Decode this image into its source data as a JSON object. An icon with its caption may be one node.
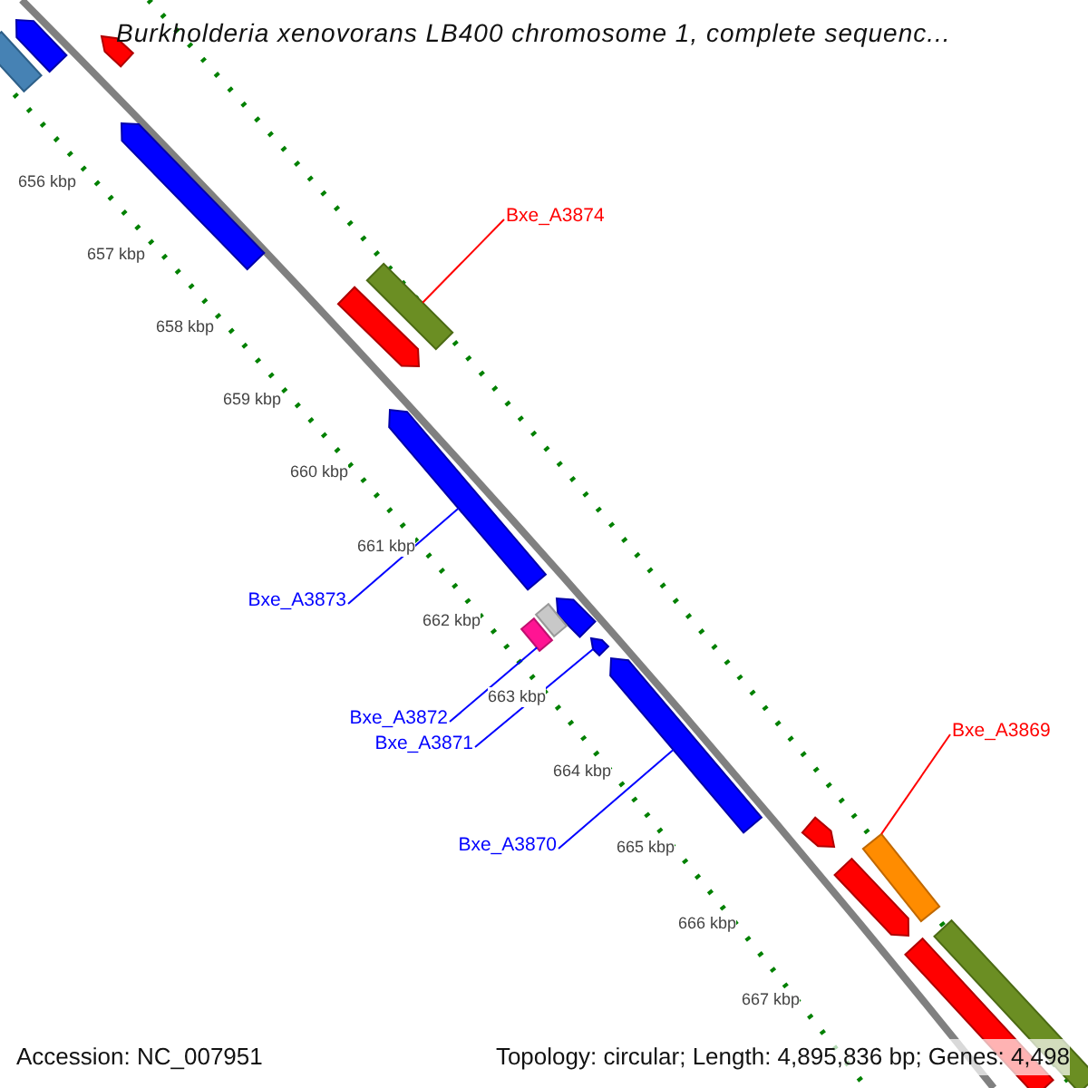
{
  "diagram": {
    "title": "Burkholderia xenovorans LB400 chromosome 1, complete sequenc...",
    "nodes": [
      {
        "text": [
          "Bxe_A3874"
        ]
      },
      {
        "text": [],
        "shape": "bar"
      },
      {
        "text": [
          "Bxe_A3873"
        ]
      },
      {
        "text": [],
        "shape": "bar"
      },
      {
        "text": [
          "Bxe_A3872"
        ]
      },
      {
        "text": [],
        "shape": "bar"
      },
      {
        "text": [
          "Bxe_A3871"
        ]
      },
      {
        "text": [],
        "shape": "bar"
      },
      {
        "text": [
          "Bxe_A3870"
        ]
      },
      {
        "text": [],
        "shape": "bar"
      },
      {
        "text": [
          "Bxe_A3869"
        ]
      },
      {
        "text": [],
        "shape": "bar"
      },
      {
        "text": [],
        "shape": "bar"
      },
      {
        "text": [],
        "shape": "bar"
      },
      {
        "text": [],
        "shape": "bar"
      },
      {
        "text": [],
        "shape": "bar"
      },
      {
        "text": [],
        "shape": "bar"
      },
      {
        "text": [],
        "shape": "bar"
      },
      {
        "text": [],
        "shape": "bar"
      },
      {
        "text": [],
        "shape": "bar"
      },
      {
        "text": [],
        "shape": "bar"
      },
      {
        "text": [],
        "shape": "bar"
      },
      {
        "text": [],
        "shape": "bar"
      }
    ],
    "edges": [
      {
        "from": 0,
        "to": 1,
        "arrow": "none",
        "color": "#ff0000"
      },
      {
        "from": 2,
        "to": 3,
        "arrow": "none"
      },
      {
        "from": 4,
        "to": 5,
        "arrow": "none"
      },
      {
        "from": 6,
        "to": 7,
        "arrow": "none"
      },
      {
        "from": 8,
        "to": 9,
        "arrow": "none"
      },
      {
        "from": 10,
        "to": 11,
        "arrow": "none",
        "color": "#ff0000"
      }
    ],
    "labels": [
      "656 kbp",
      "657 kbp",
      "658 kbp",
      "659 kbp",
      "660 kbp",
      "661 kbp",
      "662 kbp",
      "663 kbp",
      "664 kbp",
      "665 kbp",
      "666 kbp",
      "667 kbp",
      "Accession: NC_007951",
      "Topology: circular; Length: 4,895,836 bp; Genes: 4,498"
    ]
  }
}
